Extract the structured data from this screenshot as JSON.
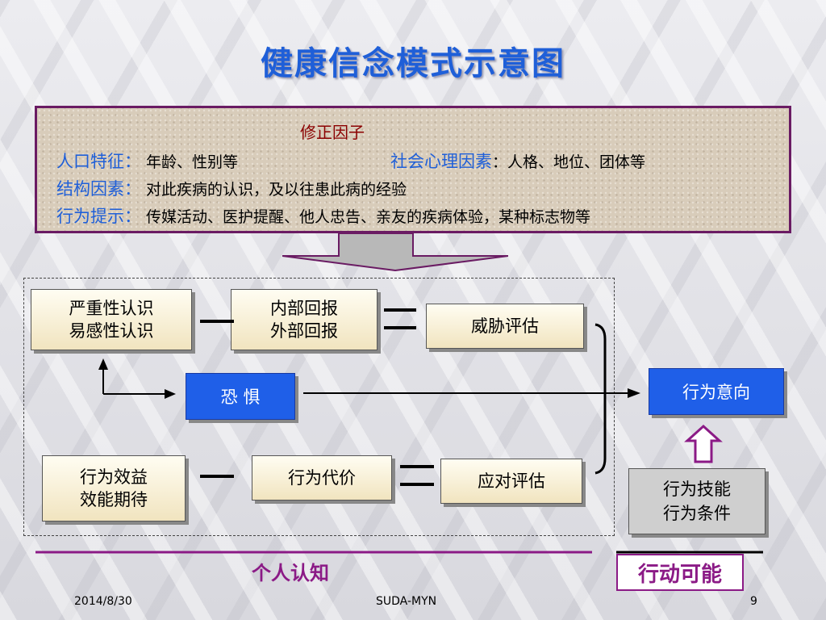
{
  "title": "健康信念模式示意图",
  "modifying_factors": {
    "heading": "修正因子",
    "demographic_key": "人口特征：",
    "demographic_val": "年龄、性别等",
    "social_key": "社会心理因素",
    "social_val": "：人格、地位、团体等",
    "structural_key": "结构因素：",
    "structural_val": "对此疾病的认识，及以往患此病的经验",
    "cue_key": "行为提示：",
    "cue_val": "传媒活动、医护提醒、他人忠告、亲友的疾病体验，某种标志物等"
  },
  "boxes": {
    "severity_line1": "严重性认识",
    "severity_line2": "易感性认识",
    "reward_line1": "内部回报",
    "reward_line2": "外部回报",
    "threat": "威胁评估",
    "fear": "恐  惧",
    "intention": "行为意向",
    "benefit_line1": "行为效益",
    "benefit_line2": "效能期待",
    "cost": "行为代价",
    "coping": "应对评估",
    "skill_line1": "行为技能",
    "skill_line2": "行为条件"
  },
  "bottom": {
    "cognition": "个人认知",
    "action": "行动可能"
  },
  "footer": {
    "date": "2014/8/30",
    "author": "SUDA-MYN",
    "page": "9"
  },
  "colors": {
    "title": "#1f5fd8",
    "accent_purple": "#8b1a86",
    "box_blue": "#1f5fe8"
  }
}
